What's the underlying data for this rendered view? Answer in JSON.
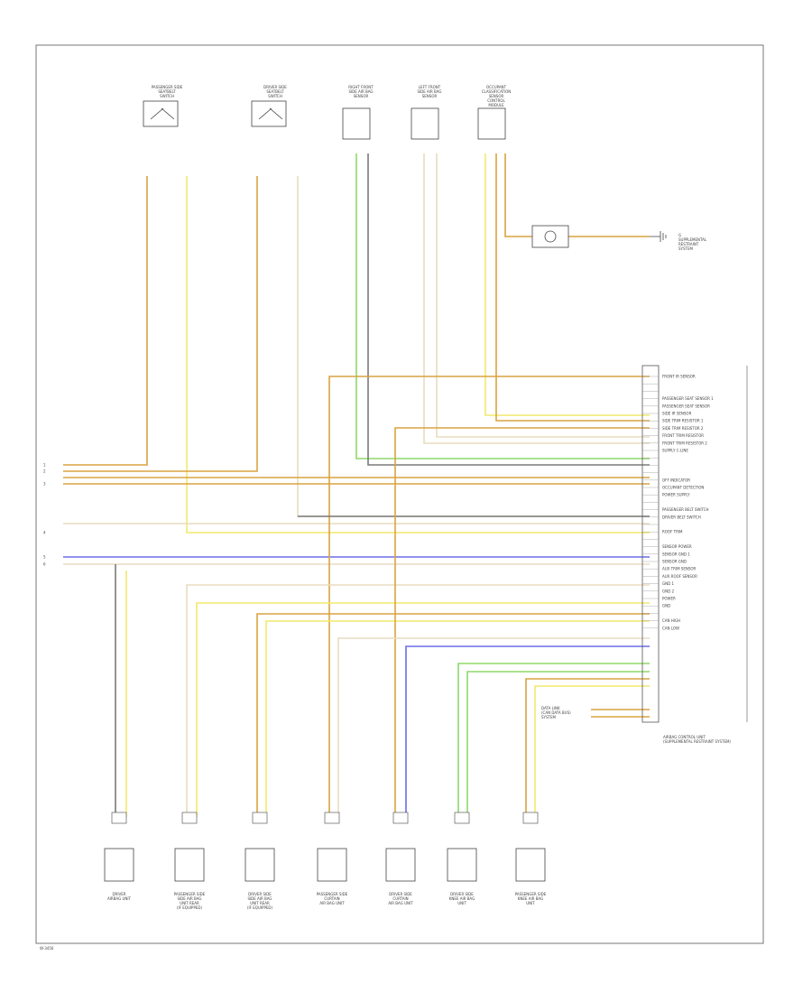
{
  "colors": {
    "orange": "#d9a441",
    "yellow": "#f2e96b",
    "green": "#8fd86a",
    "grey": "#7a7a7a",
    "blue": "#6d6de8",
    "beige": "#e8dcc0",
    "frame": "#555555"
  },
  "top_components": [
    {
      "id": "t1",
      "label": "PASSENGER SIDE\nSEATBELT\nSWITCH"
    },
    {
      "id": "t2",
      "label": "DRIVER SIDE\nSEATBELT\nSWITCH"
    },
    {
      "id": "t3",
      "label": "RIGHT FRONT\nSIDE AIR BAG\nSENSOR"
    },
    {
      "id": "t4",
      "label": "LEFT FRONT\nSIDE AIR BAG\nSENSOR"
    },
    {
      "id": "t5",
      "label": "OCCUPANT\nCLASSIFICATION\nSENSOR\nCONTROL\nMODULE"
    }
  ],
  "ground_label": "G\nSUPPLEMENTAL\nRESTRAINT\nSYSTEM",
  "module_label": "AIRBAG CONTROL UNIT\n(SUPPLEMENTAL RESTRAINT SYSTEM)",
  "module_pins": [
    "FRONT IR SENSOR",
    "",
    "",
    "PASSENGER SEAT SENSOR 1",
    "PASSENGER SEAT SENSOR",
    "SIDE IR SENSOR",
    "SIDE TRIM RESISTOR 1",
    "SIDE TRIM RESISTOR 2",
    "FRONT TRIM RESISTOR",
    "FRONT TRIM RESISTOR 2",
    "SUPPLY C-LINE",
    "",
    "",
    "",
    "OFF INDICATOR",
    "OCCUPANT DETECTION",
    "POWER SUPPLY",
    "",
    "PASSENGER BELT SWITCH",
    "DRIVER BELT SWITCH",
    "",
    "ROOF TRIM",
    "",
    "SENSOR POWER",
    "SENSOR GND 1",
    "SENSOR GND",
    "AUX TRIM SENSOR",
    "AUX ROOF SENSOR",
    "GND 1",
    "GND 2",
    "POWER",
    "GND",
    "",
    "CAN HIGH",
    "CAN LOW"
  ],
  "can_label": "DATA LINK\n(CAN DATA BUS)\nSYSTEM",
  "left_refs": [
    "1",
    "2",
    "3",
    "4",
    "5",
    "6"
  ],
  "bottom_components": [
    {
      "id": "b1",
      "label": "DRIVER\nAIRBAG UNIT"
    },
    {
      "id": "b2",
      "label": "PASSENGER SIDE\nSIDE AIR BAG\nUNIT REAR\n(IF EQUIPPED)"
    },
    {
      "id": "b3",
      "label": "DRIVER SIDE\nSIDE AIR BAG\nUNIT REAR\n(IF EQUIPPED)"
    },
    {
      "id": "b4",
      "label": "PASSENGER SIDE\nCURTAIN\nAIR BAG UNIT"
    },
    {
      "id": "b5",
      "label": "DRIVER SIDE\nCURTAIN\nAIR BAG UNIT"
    },
    {
      "id": "b6",
      "label": "DRIVER SIDE\nKNEE AIR BAG\nUNIT"
    },
    {
      "id": "b7",
      "label": "PASSENGER SIDE\nKNEE AIR BAG\nUNIT"
    }
  ],
  "footer_id": "W-3456"
}
